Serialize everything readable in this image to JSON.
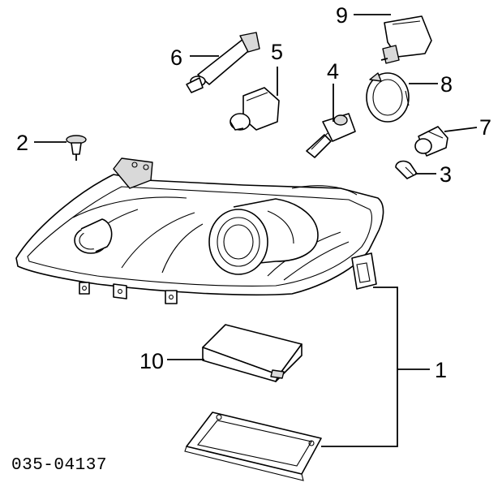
{
  "callouts": {
    "c1": "1",
    "c2": "2",
    "c3": "3",
    "c4": "4",
    "c5": "5",
    "c6": "6",
    "c7": "7",
    "c8": "8",
    "c9": "9",
    "c10": "10"
  },
  "diagram_id": "035-04137"
}
